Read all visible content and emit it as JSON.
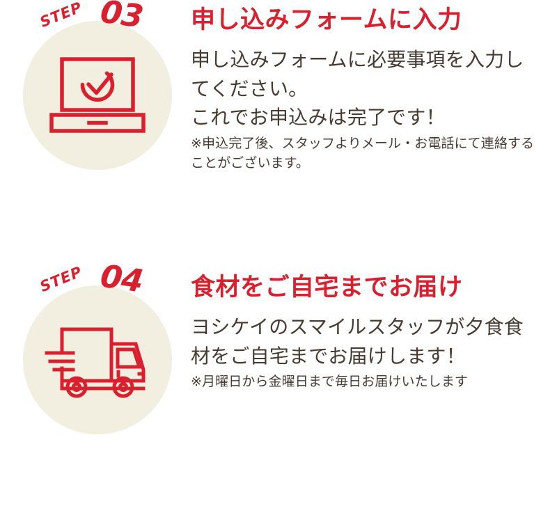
{
  "theme": {
    "accent_red": "#d9202e",
    "circle_beige": "#f2efe0",
    "body_brown": "#463a31",
    "page_background": "#ffffff"
  },
  "steps": [
    {
      "step_word": "STEP",
      "step_number": "03",
      "icon": "laptop-check-icon",
      "title": "申し込みフォームに入力",
      "body": "申し込みフォームに必要事項を入力してください。\nこれでお申込みは完了です！",
      "note": "※申込完了後、スタッフよりメール・お電話にて連絡することがございます。"
    },
    {
      "step_word": "STEP",
      "step_number": "04",
      "icon": "delivery-truck-icon",
      "title": "食材をご自宅までお届け",
      "body": "ヨシケイのスマイルスタッフが夕食食材をご自宅までお届けします！",
      "note": "※月曜日から金曜日まで毎日お届けいたします"
    }
  ]
}
